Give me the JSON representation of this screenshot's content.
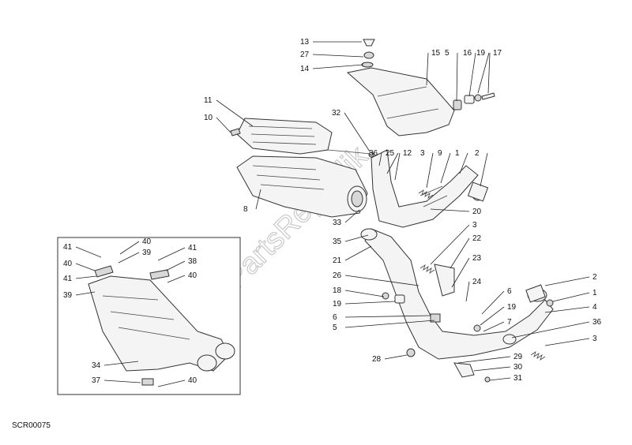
{
  "diagram": {
    "drawing_code": "SCR00075",
    "watermark": "PartsRepublik",
    "callouts": [
      {
        "id": "c13",
        "label": "13"
      },
      {
        "id": "c27",
        "label": "27"
      },
      {
        "id": "c14",
        "label": "14"
      },
      {
        "id": "c15",
        "label": "15"
      },
      {
        "id": "c5a",
        "label": "5"
      },
      {
        "id": "c16",
        "label": "16"
      },
      {
        "id": "c19a",
        "label": "19"
      },
      {
        "id": "c17",
        "label": "17"
      },
      {
        "id": "c11",
        "label": "11"
      },
      {
        "id": "c10",
        "label": "10"
      },
      {
        "id": "c32",
        "label": "32"
      },
      {
        "id": "c36a",
        "label": "36"
      },
      {
        "id": "c25",
        "label": "25"
      },
      {
        "id": "c12",
        "label": "12"
      },
      {
        "id": "c3a",
        "label": "3"
      },
      {
        "id": "c9",
        "label": "9"
      },
      {
        "id": "c1a",
        "label": "1"
      },
      {
        "id": "c2a",
        "label": "2"
      },
      {
        "id": "c8",
        "label": "8"
      },
      {
        "id": "c20",
        "label": "20"
      },
      {
        "id": "c33",
        "label": "33"
      },
      {
        "id": "c35",
        "label": "35"
      },
      {
        "id": "c3b",
        "label": "3"
      },
      {
        "id": "c22",
        "label": "22"
      },
      {
        "id": "c21",
        "label": "21"
      },
      {
        "id": "c23",
        "label": "23"
      },
      {
        "id": "c26",
        "label": "26"
      },
      {
        "id": "c24",
        "label": "24"
      },
      {
        "id": "c2b",
        "label": "2"
      },
      {
        "id": "c18",
        "label": "18"
      },
      {
        "id": "c19b",
        "label": "19"
      },
      {
        "id": "c6a",
        "label": "6"
      },
      {
        "id": "c1b",
        "label": "1"
      },
      {
        "id": "c19c",
        "label": "19"
      },
      {
        "id": "c4",
        "label": "4"
      },
      {
        "id": "c6b",
        "label": "6"
      },
      {
        "id": "c5b",
        "label": "5"
      },
      {
        "id": "c7",
        "label": "7"
      },
      {
        "id": "c36b",
        "label": "36"
      },
      {
        "id": "c3c",
        "label": "3"
      },
      {
        "id": "c28",
        "label": "28"
      },
      {
        "id": "c29",
        "label": "29"
      },
      {
        "id": "c30",
        "label": "30"
      },
      {
        "id": "c31",
        "label": "31"
      },
      {
        "id": "c40a",
        "label": "40"
      },
      {
        "id": "c41a",
        "label": "41"
      },
      {
        "id": "c39a",
        "label": "39"
      },
      {
        "id": "c40b",
        "label": "40"
      },
      {
        "id": "c41b",
        "label": "41"
      },
      {
        "id": "c41c",
        "label": "41"
      },
      {
        "id": "c38",
        "label": "38"
      },
      {
        "id": "c40c",
        "label": "40"
      },
      {
        "id": "c39b",
        "label": "39"
      },
      {
        "id": "c34",
        "label": "34"
      },
      {
        "id": "c37",
        "label": "37"
      },
      {
        "id": "c40d",
        "label": "40"
      }
    ]
  }
}
